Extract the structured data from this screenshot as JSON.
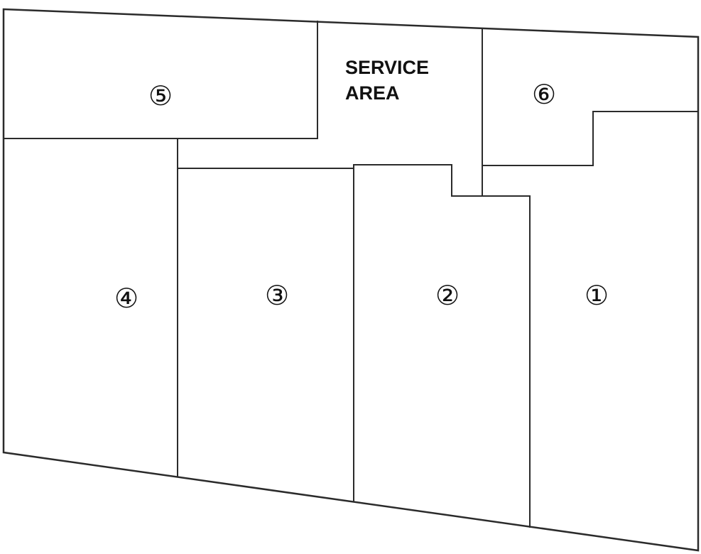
{
  "service_area": {
    "line1": "SERVICE",
    "line2": "AREA"
  },
  "units": [
    {
      "id": "unit-1",
      "label": "①"
    },
    {
      "id": "unit-2",
      "label": "②"
    },
    {
      "id": "unit-3",
      "label": "③"
    },
    {
      "id": "unit-4",
      "label": "④"
    },
    {
      "id": "unit-5",
      "label": "⑤"
    },
    {
      "id": "unit-6",
      "label": "⑥"
    }
  ]
}
